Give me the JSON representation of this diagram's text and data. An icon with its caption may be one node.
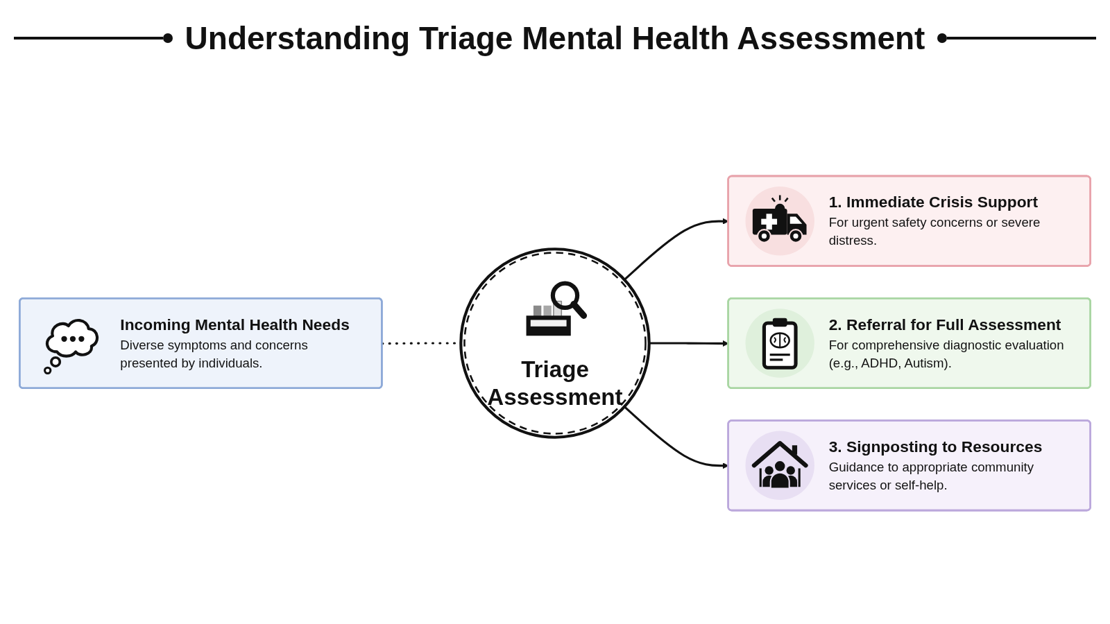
{
  "diagram": {
    "title": "Understanding Triage Mental Health Assessment",
    "nodes": [
      {
        "text": [
          "Incoming Mental Health Needs",
          "Diverse symptoms and concerns presented by individuals."
        ]
      },
      {
        "text": [
          "Triage Assessment"
        ]
      },
      {
        "text": [
          "1. Immediate Crisis Support",
          "For urgent safety concerns or severe distress."
        ]
      },
      {
        "text": [
          "2. Referral for Full Assessment",
          "For comprehensive diagnostic evaluation (e.g., ADHD, Autism)."
        ]
      },
      {
        "text": [
          "3. Signposting to Resources",
          "Guidance to appropriate community services or self-help."
        ]
      }
    ],
    "edges": [
      {
        "from": 0,
        "to": 1,
        "arrow": "none",
        "style": "dashed"
      },
      {
        "from": 1,
        "to": 2,
        "arrow": "to"
      },
      {
        "from": 1,
        "to": 3,
        "arrow": "to"
      },
      {
        "from": 1,
        "to": 4,
        "arrow": "to"
      }
    ]
  }
}
